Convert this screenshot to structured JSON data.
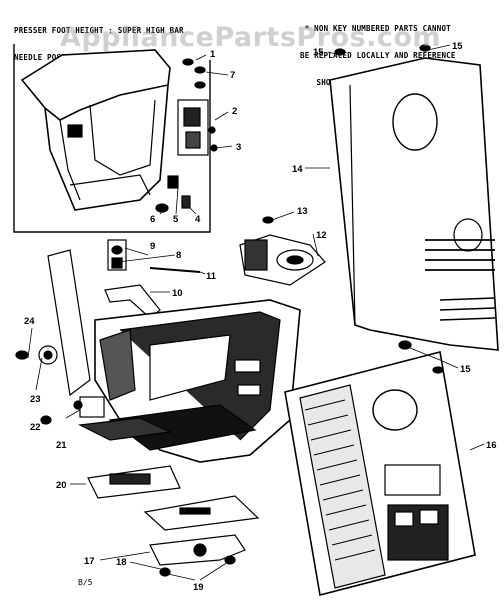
{
  "notes": {
    "left_lines": [
      "PRESSER FOOT HEIGHT : SUPER HIGH BAR",
      "NEEDLE POSITION"
    ],
    "right_lines": [
      "* NON KEY NUMBERED PARTS CANNOT",
      "BE REPLACED LOCALLY AND REFERENCE",
      "SHOULD BE MADE TO CODE NT."
    ]
  },
  "watermark": "AppliancePartsPros.com",
  "footer": "B/5",
  "callouts": {
    "c1": "1",
    "c2": "2",
    "c3": "3",
    "c4": "4",
    "c5": "5",
    "c6": "6",
    "c7": "7",
    "c8": "8",
    "c9": "9",
    "c10": "10",
    "c11": "11",
    "c12": "12",
    "c13": "13",
    "c14": "14",
    "c15a": "15",
    "c15b": "15",
    "c15c": "15",
    "c16": "16",
    "c17": "17",
    "c18": "18",
    "c19": "19",
    "c20": "20",
    "c21": "21",
    "c22": "22",
    "c23": "23",
    "c24": "24"
  }
}
